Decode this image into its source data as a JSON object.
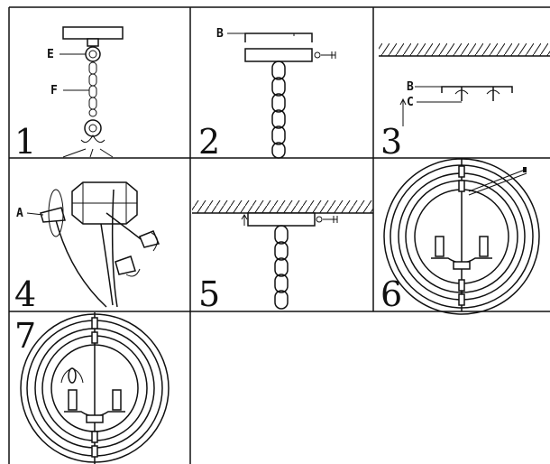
{
  "steps": [
    {
      "number": "1",
      "labels": [
        "E",
        "F"
      ]
    },
    {
      "number": "2",
      "labels": [
        "B"
      ]
    },
    {
      "number": "3",
      "labels": [
        "B",
        "C"
      ]
    },
    {
      "number": "4",
      "labels": [
        "A"
      ]
    },
    {
      "number": "5",
      "labels": []
    },
    {
      "number": "6",
      "labels": []
    },
    {
      "number": "7",
      "labels": []
    }
  ],
  "colors": {
    "ink": "#111111",
    "paper": "#ffffff"
  }
}
